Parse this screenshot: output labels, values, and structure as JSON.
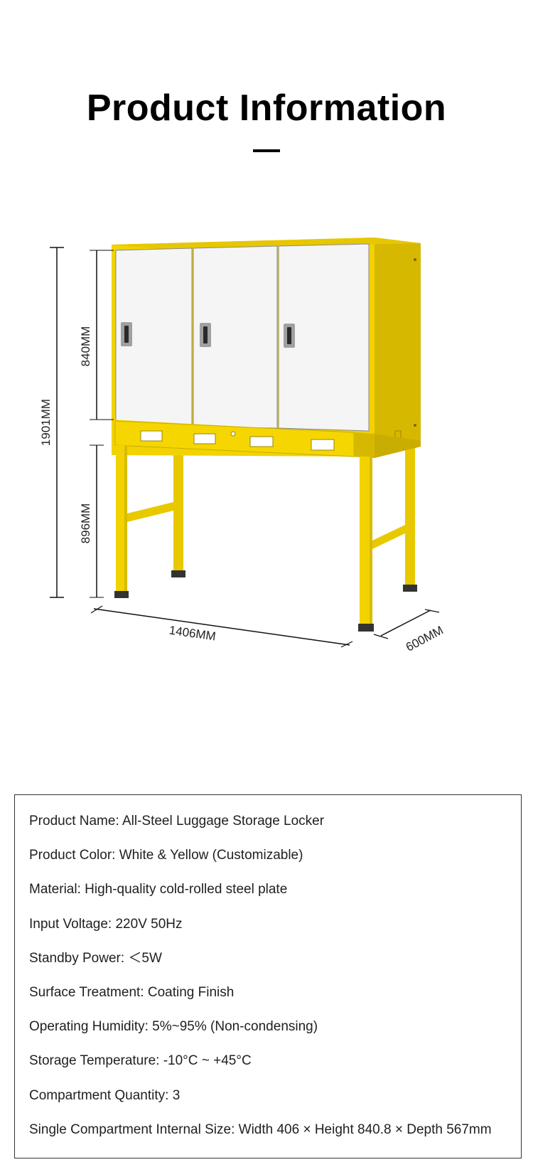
{
  "header": {
    "title": "Product Information"
  },
  "product_image": {
    "subject": "locker-cabinet-on-stand",
    "colors": {
      "frame": "#F2D200",
      "frame_side": "#D6B800",
      "door": "#F5F5F5",
      "handle": "#9E9E9E",
      "foot": "#333333"
    },
    "dimensions": {
      "total_height": "1901MM",
      "cabinet_height": "840MM",
      "leg_height": "896MM",
      "width": "1406MM",
      "depth": "600MM"
    }
  },
  "specs": [
    "Product Name: All-Steel Luggage Storage Locker",
    "Product Color: White & Yellow (Customizable)",
    "Material: High-quality cold-rolled steel plate",
    "Input Voltage: 220V 50Hz",
    "Standby Power: ＜5W",
    "Surface Treatment: Coating Finish",
    "Operating Humidity: 5%~95% (Non-condensing)",
    "Storage Temperature: -10°C ~ +45°C",
    "Compartment Quantity: 3",
    "Single Compartment Internal Size: Width 406 × Height 840.8 × Depth 567mm"
  ]
}
